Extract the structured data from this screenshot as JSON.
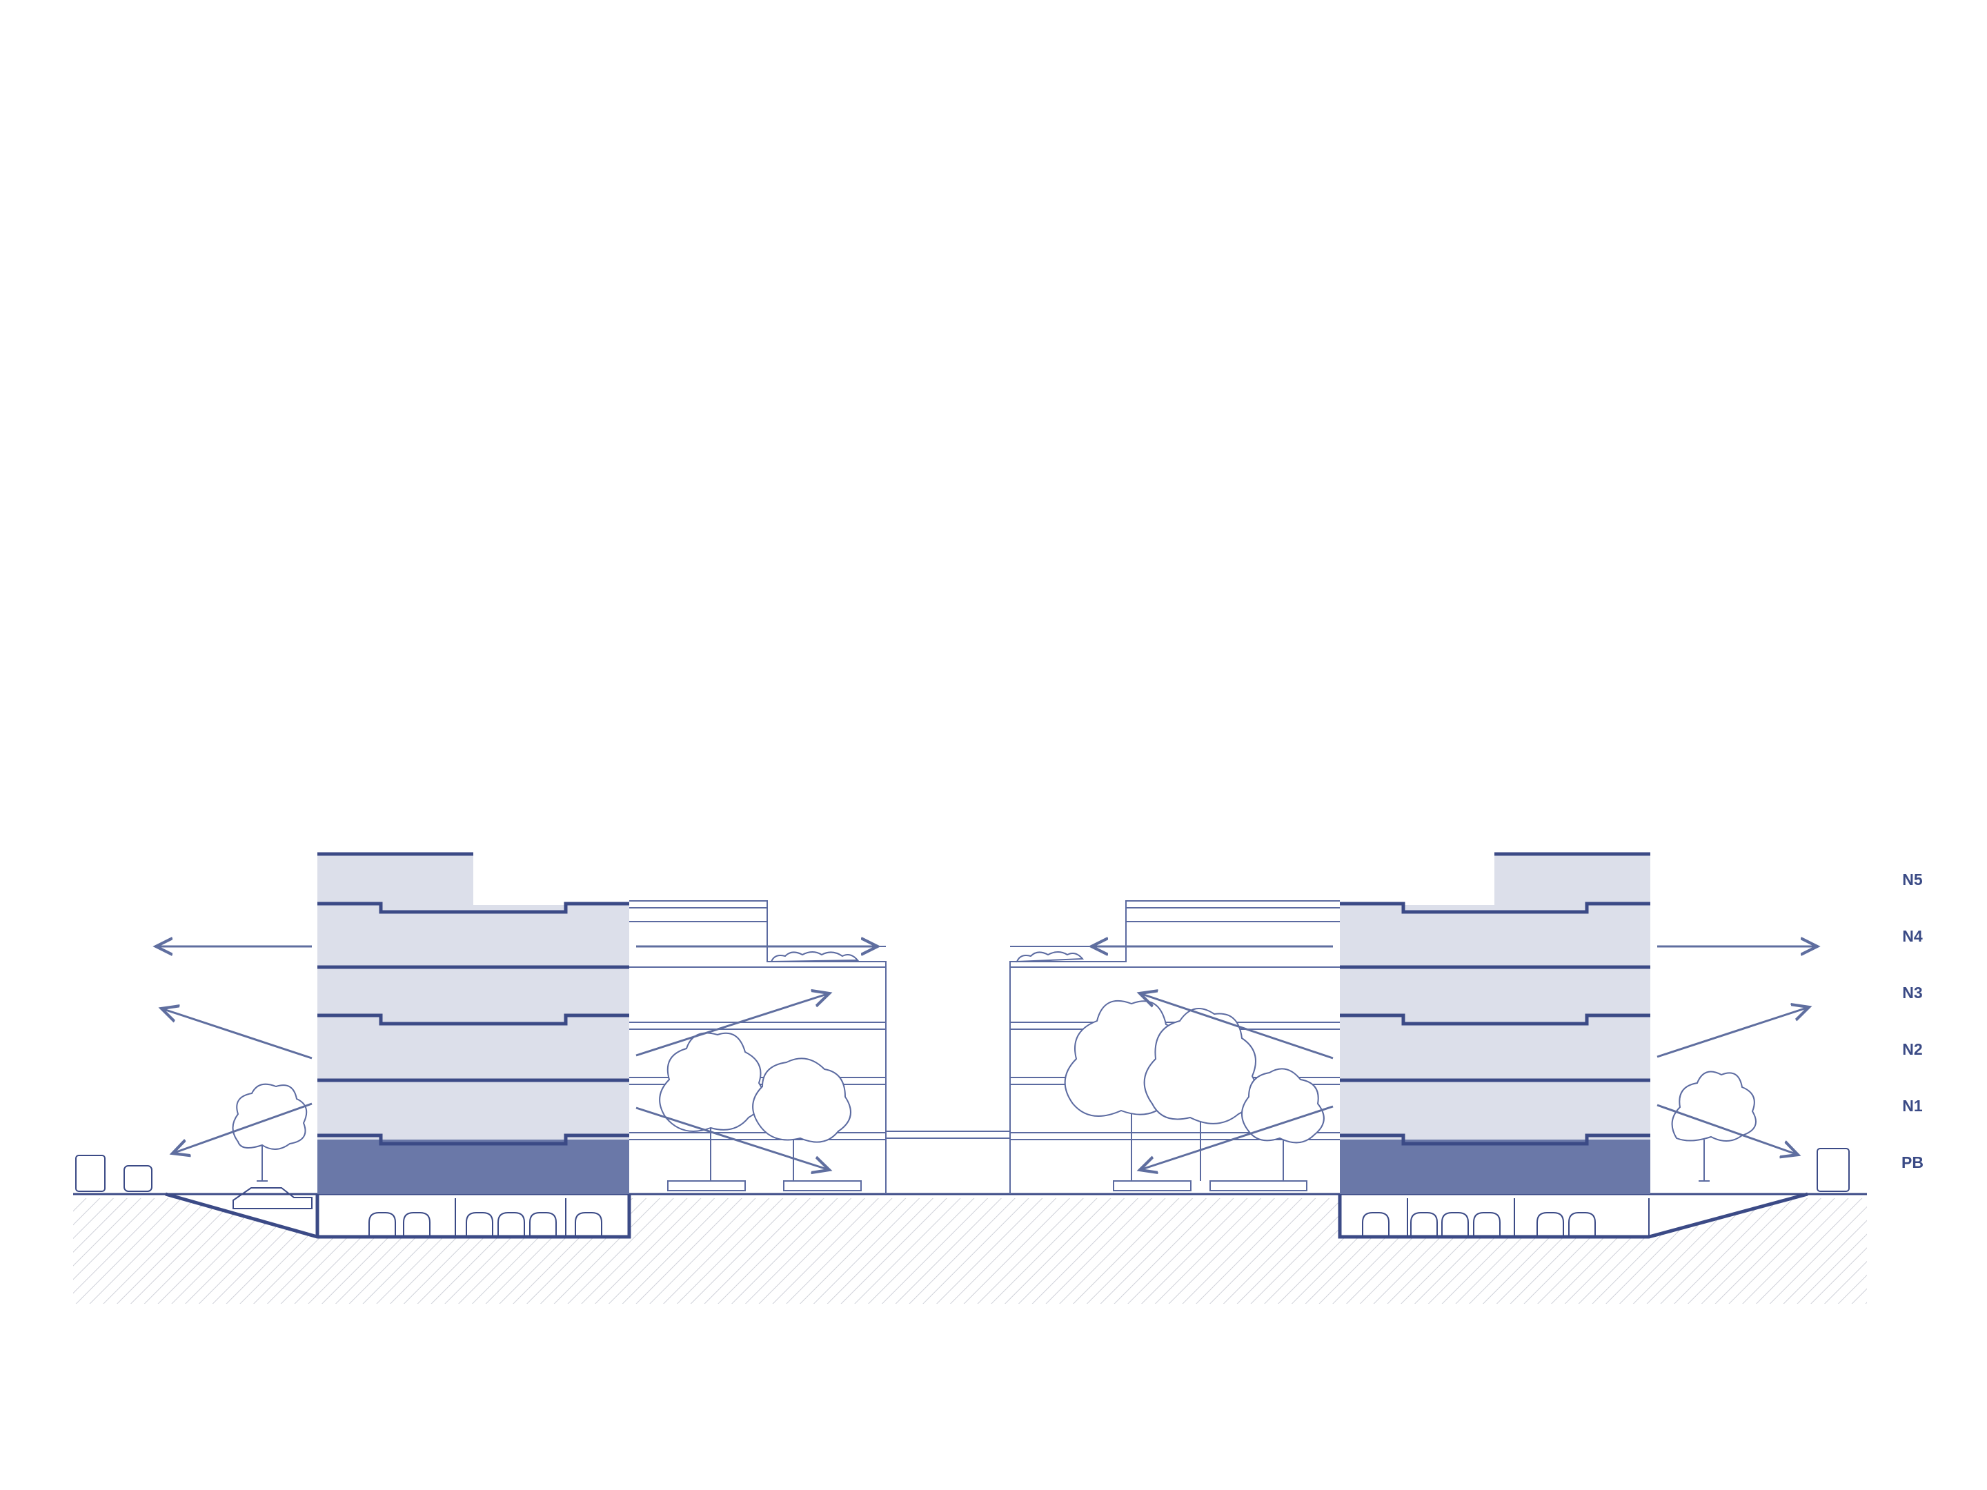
{
  "colors": {
    "stroke": "#3b4a86",
    "thin_stroke": "#5b6aa0",
    "floor_fill": "#dcdfea",
    "ground_floor_fill": "#6a78a8",
    "arrow": "#5f6e9f",
    "hatch": "#c9cbd3",
    "background": "#ffffff"
  },
  "levels": [
    {
      "id": "N5",
      "label": "N5"
    },
    {
      "id": "N4",
      "label": "N4"
    },
    {
      "id": "N3",
      "label": "N3"
    },
    {
      "id": "N2",
      "label": "N2"
    },
    {
      "id": "N1",
      "label": "N1"
    },
    {
      "id": "PB",
      "label": "PB"
    }
  ],
  "elements": {
    "buildings_highlighted": 2,
    "buildings_outline": 2,
    "ventilation_arrows": 12,
    "underground_parking_levels": 2
  }
}
